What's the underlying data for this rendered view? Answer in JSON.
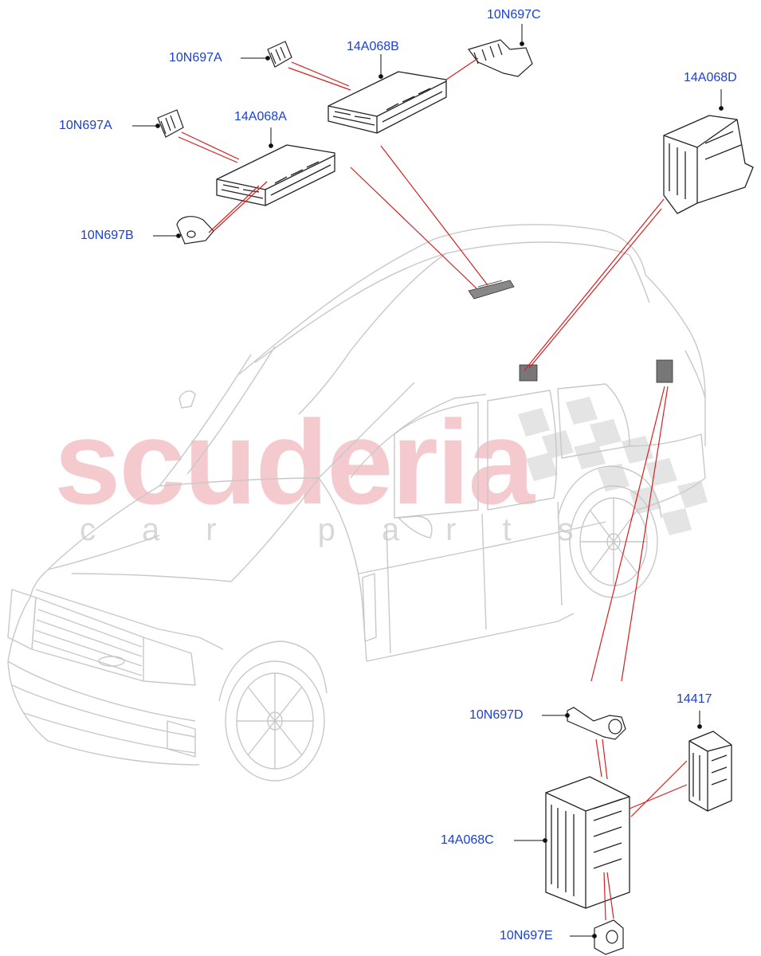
{
  "watermark": {
    "brand": "scuderia",
    "tagline": "car parts"
  },
  "callouts": {
    "a1": "10N697A",
    "a2": "10N697A",
    "b": "10N697B",
    "c": "10N697C",
    "d": "10N697D",
    "e": "10N697E",
    "mod_a": "14A068A",
    "mod_b": "14A068B",
    "mod_c": "14A068C",
    "mod_d": "14A068D",
    "relay": "14417"
  },
  "colors": {
    "label": "#1a3fd6",
    "leader": "#d42020",
    "outline": "#c8c8c8",
    "part": "#222222"
  }
}
